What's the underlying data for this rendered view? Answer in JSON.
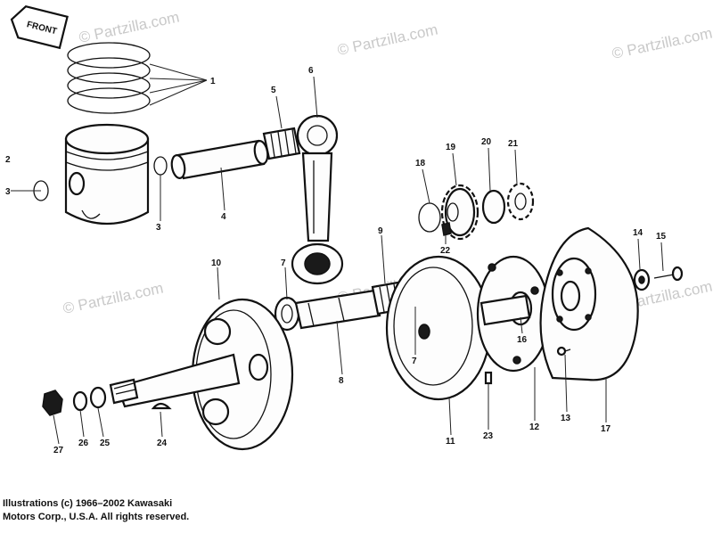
{
  "watermark": "© Partzilla.com",
  "front_label": "FRONT",
  "copyright": {
    "line1": "Illustrations (c) 1966–2002 Kawasaki",
    "line2": "Motors Corp., U.S.A.  All rights reserved."
  },
  "callouts": [
    "1",
    "2",
    "3",
    "4",
    "5",
    "6",
    "7",
    "8",
    "9",
    "10",
    "11",
    "12",
    "13",
    "14",
    "15",
    "16",
    "17",
    "18",
    "19",
    "20",
    "21",
    "22",
    "23",
    "24",
    "25",
    "26",
    "27"
  ]
}
